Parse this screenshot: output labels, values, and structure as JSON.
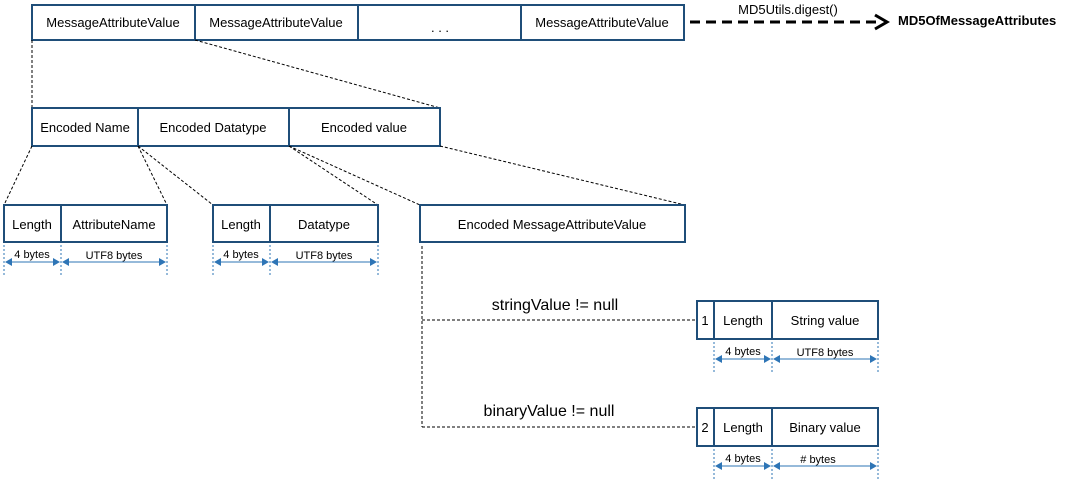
{
  "top_row": {
    "cells": [
      "MessageAttributeValue",
      "MessageAttributeValue",
      ". . .",
      "MessageAttributeValue"
    ],
    "arrow_label": "MD5Utils.digest()",
    "result": "MD5OfMessageAttributes"
  },
  "encoded_row": {
    "cells": [
      "Encoded Name",
      "Encoded Datatype",
      "Encoded value"
    ]
  },
  "name_group": {
    "cells": [
      "Length",
      "AttributeName"
    ],
    "sizes": [
      "4 bytes",
      "UTF8 bytes"
    ]
  },
  "datatype_group": {
    "cells": [
      "Length",
      "Datatype"
    ],
    "sizes": [
      "4 bytes",
      "UTF8 bytes"
    ]
  },
  "value_box": {
    "label": "Encoded MessageAttributeValue"
  },
  "string_branch": {
    "condition": "stringValue != null",
    "cells": [
      "1",
      "Length",
      "String value"
    ],
    "sizes": [
      "4 bytes",
      "UTF8 bytes"
    ]
  },
  "binary_branch": {
    "condition": "binaryValue != null",
    "cells": [
      "2",
      "Length",
      "Binary value"
    ],
    "sizes": [
      "4 bytes",
      "# bytes"
    ]
  },
  "colors": {
    "box_stroke": "#1f4e79",
    "dimension": "#2e75b6"
  }
}
